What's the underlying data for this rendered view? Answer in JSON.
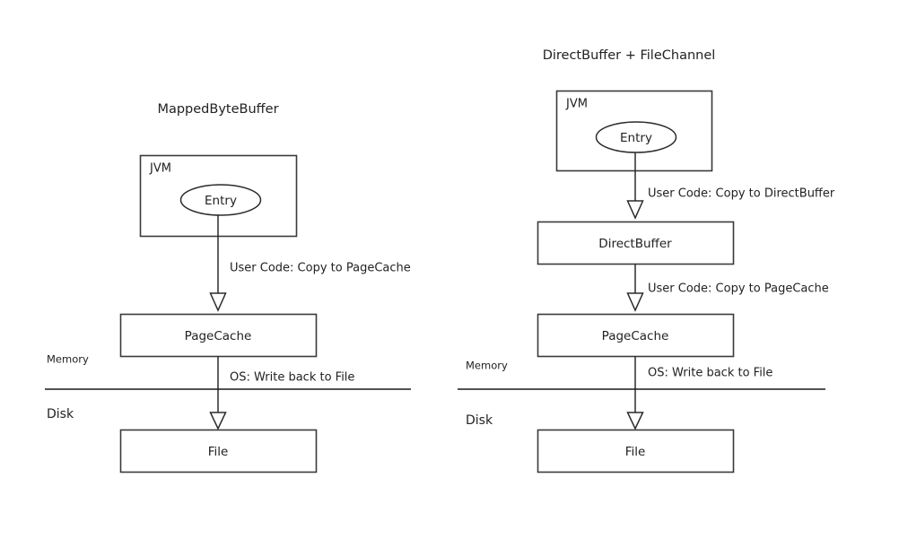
{
  "diagram": {
    "title_bar": "",
    "panels": [
      {
        "id": "left",
        "title": "MappedByteBuffer",
        "jvm_label": "JVM",
        "entry_label": "Entry",
        "boxes": [
          {
            "key": "jvm",
            "label": "JVM"
          },
          {
            "key": "pagecache",
            "label": "PageCache"
          },
          {
            "key": "file",
            "label": "File"
          }
        ],
        "edges": [
          {
            "key": "entry-to-pagecache",
            "label": "User Code: Copy to PageCache"
          },
          {
            "key": "pagecache-to-file",
            "label": "OS: Write back to File"
          }
        ],
        "zones": {
          "memory": "Memory",
          "disk": "Disk"
        }
      },
      {
        "id": "right",
        "title": "DirectBuffer + FileChannel",
        "jvm_label": "JVM",
        "entry_label": "Entry",
        "boxes": [
          {
            "key": "jvm",
            "label": "JVM"
          },
          {
            "key": "directbuffer",
            "label": "DirectBuffer"
          },
          {
            "key": "pagecache",
            "label": "PageCache"
          },
          {
            "key": "file",
            "label": "File"
          }
        ],
        "edges": [
          {
            "key": "entry-to-directbuffer",
            "label": "User Code: Copy to DirectBuffer"
          },
          {
            "key": "directbuffer-to-pagecache",
            "label": "User Code: Copy to PageCache"
          },
          {
            "key": "pagecache-to-file",
            "label": "OS: Write back to File"
          }
        ],
        "zones": {
          "memory": "Memory",
          "disk": "Disk"
        }
      }
    ],
    "colors": {
      "background": "#ffffff",
      "stroke": "#2b2b2b",
      "box_stroke": "#3a3a3a",
      "text": "#222222",
      "divider": "#1a1a1a"
    }
  }
}
